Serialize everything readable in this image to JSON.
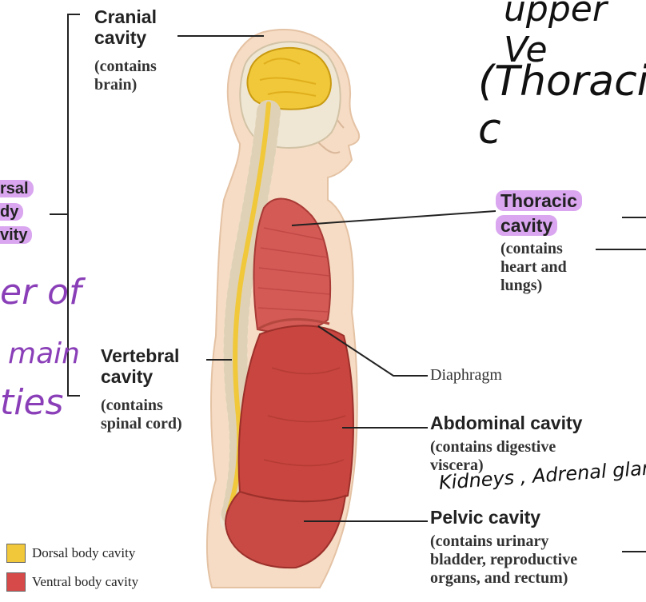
{
  "colors": {
    "dorsal": "#f0c83a",
    "ventral": "#d64a4a",
    "highlight": "#d9a6ef",
    "handwriting_purple": "#8a3fb8"
  },
  "labels": {
    "cranial": {
      "title_line1": "Cranial",
      "title_line2": "cavity",
      "desc_line1": "(contains",
      "desc_line2": "brain)"
    },
    "dorsal": {
      "line1": "rsal",
      "line2": "dy",
      "line3": "vity"
    },
    "vertebral": {
      "title_line1": "Vertebral",
      "title_line2": "cavity",
      "desc_line1": "(contains",
      "desc_line2": "spinal cord)"
    },
    "thoracic": {
      "title_line1": "Thoracic",
      "title_line2": "cavity",
      "desc_line1": "(contains",
      "desc_line2": "heart and",
      "desc_line3": "lungs)"
    },
    "diaphragm": "Diaphragm",
    "abdominal": {
      "title": "Abdominal cavity",
      "desc_line1": "(contains digestive",
      "desc_line2": "viscera)"
    },
    "pelvic": {
      "title": "Pelvic cavity",
      "desc_line1": "(contains urinary",
      "desc_line2": "bladder, reproductive",
      "desc_line3": "organs, and rectum)"
    }
  },
  "handwriting": {
    "top_right_line1": "upper Ve",
    "top_right_line2": "(Thoracic c",
    "left_line1": "er of",
    "left_line2": "main",
    "left_line3": "ties",
    "kidneys_note": "Kidneys , Adrenal glands"
  },
  "legend": [
    {
      "label": "Dorsal body cavity",
      "color": "#f0c83a"
    },
    {
      "label": "Ventral body cavity",
      "color": "#d64a4a"
    }
  ]
}
